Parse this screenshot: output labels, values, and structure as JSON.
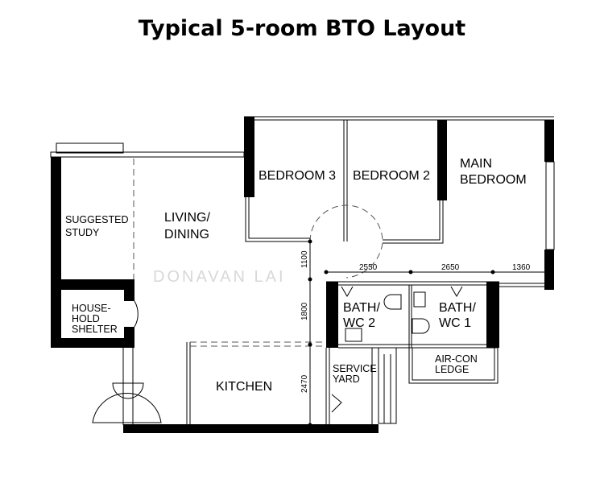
{
  "title": "Typical 5-room BTO Layout",
  "watermark": "DONAVAN LAI",
  "rooms": {
    "bedroom3": "BEDROOM 3",
    "bedroom2": "BEDROOM 2",
    "main_bedroom": [
      "MAIN",
      "BEDROOM"
    ],
    "suggested_study": [
      "SUGGESTED",
      "STUDY"
    ],
    "living_dining": [
      "LIVING/",
      "DINING"
    ],
    "household_shelter": [
      "HOUSE-",
      "HOLD",
      "SHELTER"
    ],
    "bath2": [
      "BATH/",
      "WC 2"
    ],
    "bath1": [
      "BATH/",
      "WC 1"
    ],
    "aircon_ledge": [
      "AIR-CON",
      "LEDGE"
    ],
    "service_yard": [
      "SERVICE",
      "YARD"
    ],
    "kitchen": "KITCHEN"
  },
  "dimensions": {
    "vertical": [
      "1100",
      "1800",
      "2470"
    ],
    "horizontal": [
      "2550",
      "2650",
      "1360"
    ]
  }
}
